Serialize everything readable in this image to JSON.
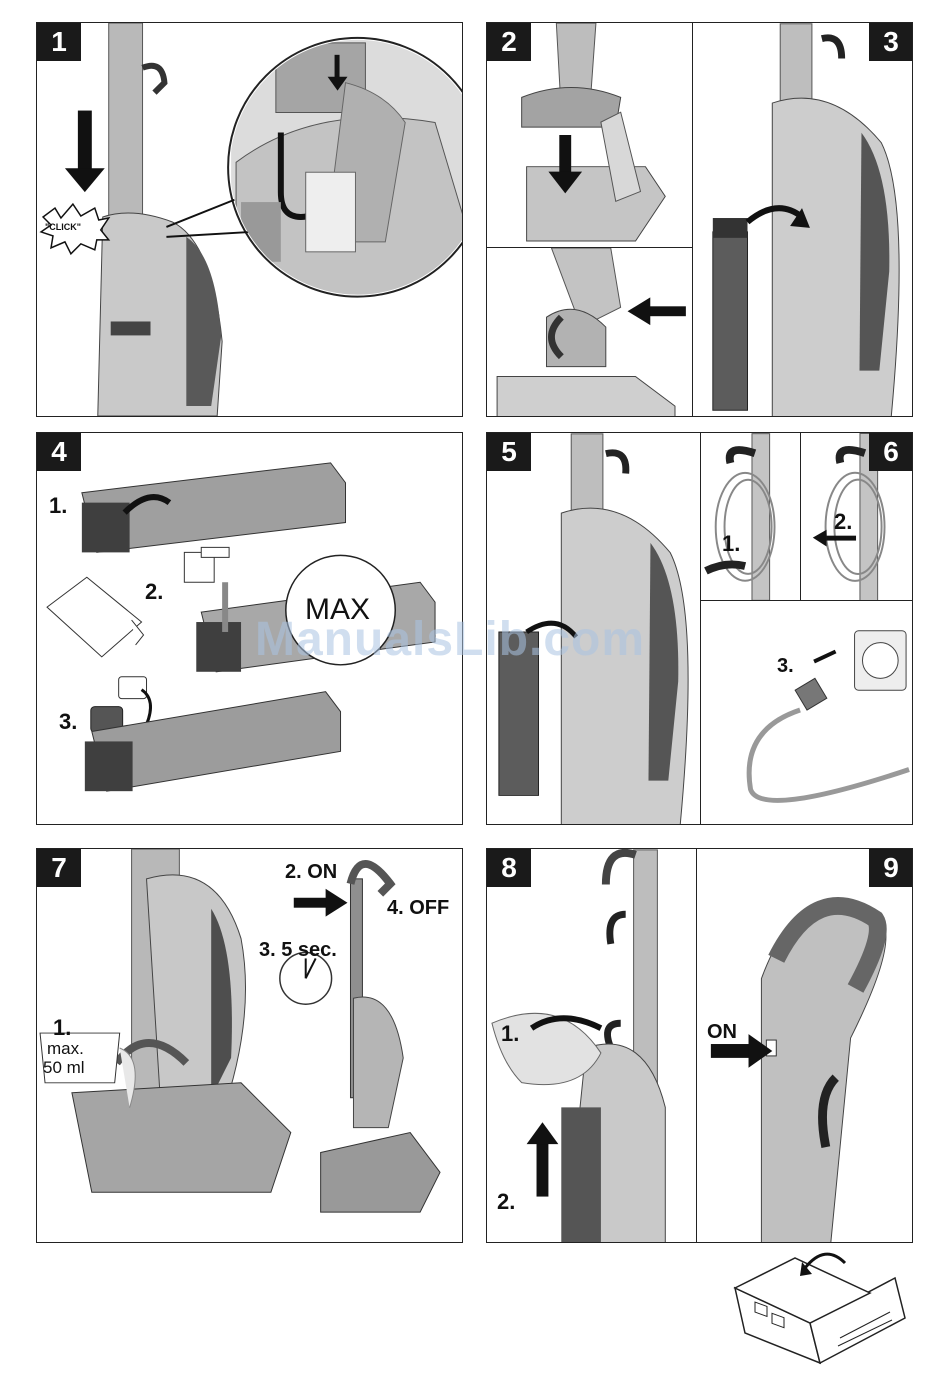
{
  "panels": {
    "p1": {
      "number": "1",
      "click": "\"CLICK\""
    },
    "p2": {
      "number": "2"
    },
    "p3": {
      "number": "3"
    },
    "p4": {
      "number": "4",
      "step1": "1.",
      "step2": "2.",
      "step3": "3.",
      "max": "MAX"
    },
    "p5": {
      "number": "5"
    },
    "p6": {
      "number": "6",
      "step1": "1.",
      "step2": "2.",
      "step3": "3."
    },
    "p7": {
      "number": "7",
      "step1": "1.",
      "on": "2. ON",
      "wait": "3. 5 sec.",
      "off": "4. OFF",
      "max_line1": "max.",
      "max_line2": "50 ml"
    },
    "p8": {
      "number": "8",
      "step1": "1.",
      "step2": "2."
    },
    "p9": {
      "number": "9",
      "on": "ON"
    }
  },
  "watermark": "ManualsLib.com",
  "colors": {
    "tab": "#1a1a1a",
    "device_light": "#c7c7c7",
    "device_dark": "#5a5a5a",
    "arrow": "#111111"
  }
}
